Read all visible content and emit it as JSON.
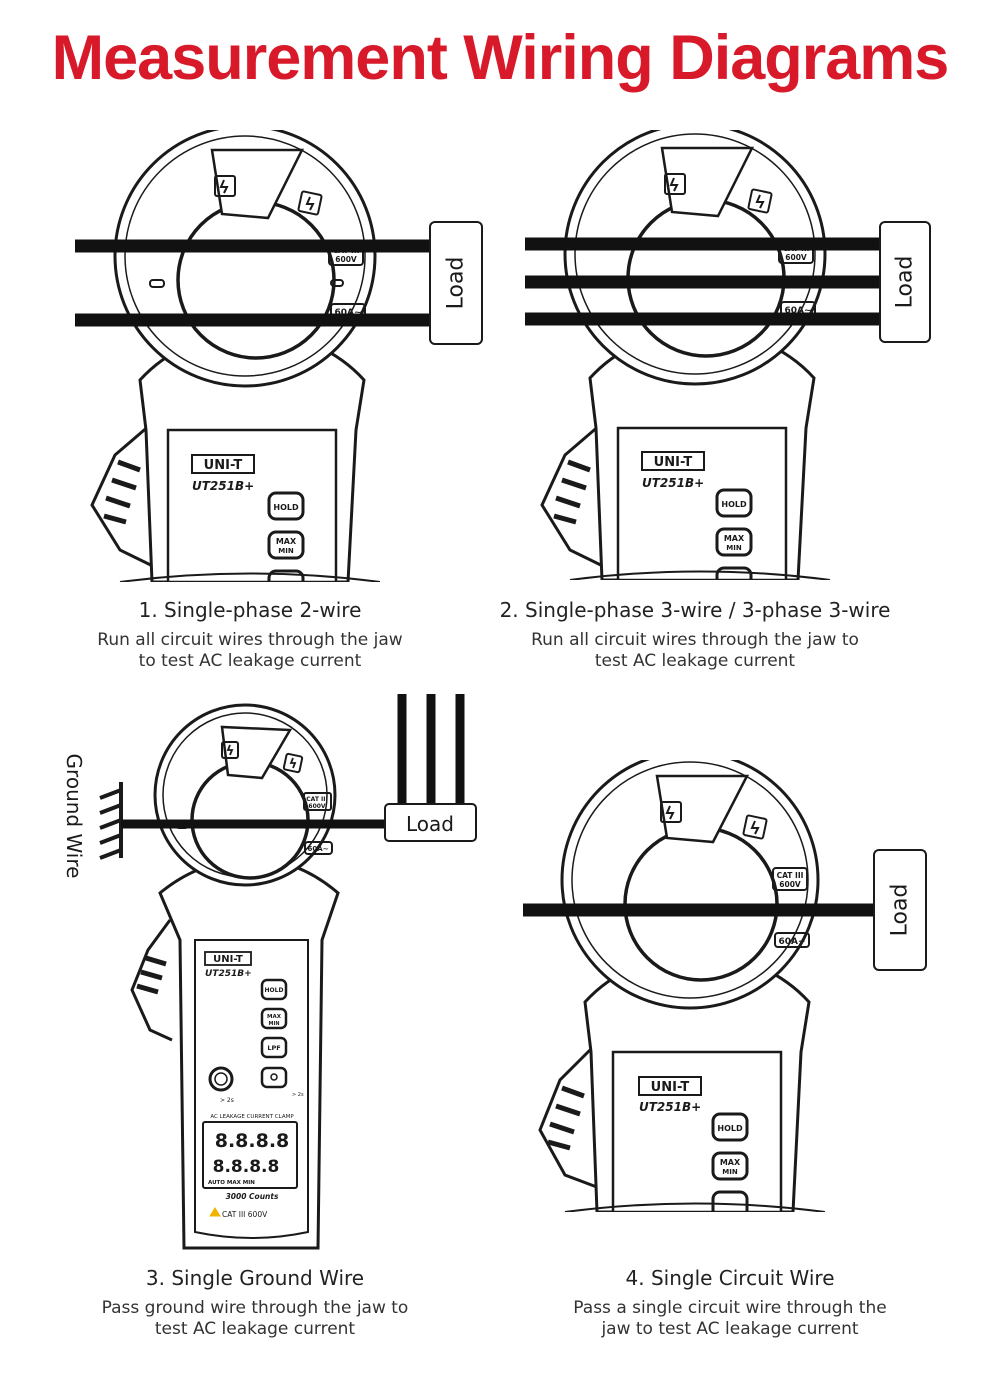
{
  "title": "Measurement Wiring Diagrams",
  "colors": {
    "title": "#d7192a",
    "ink": "#1a1a1a",
    "wire": "#111111"
  },
  "meter": {
    "brand": "UNI-T",
    "model": "UT251B+",
    "buttons": [
      "HOLD",
      "MAX MIN",
      "LPF"
    ],
    "jaw_rating": "CAT III 600V",
    "jaw_current": "60A~",
    "panel_label": "AC LEAKAGE CURRENT CLAMP",
    "power_hint": "> 2s",
    "light_hint": "> 2s",
    "counts": "3000 Counts",
    "safety": "CAT III  600V",
    "display_digits": "8.8.8.8",
    "display_annunciators": "AUTO  MAX  MIN"
  },
  "load_label": "Load",
  "ground_label": "Ground Wire",
  "diagrams": [
    {
      "title": "1. Single-phase 2-wire",
      "description": "Run all circuit wires through the jaw\nto test AC leakage current"
    },
    {
      "title": "2. Single-phase 3-wire / 3-phase 3-wire",
      "description": "Run all circuit wires through the jaw to\ntest AC leakage current"
    },
    {
      "title": "3. Single Ground Wire",
      "description": "Pass ground wire through the jaw to\ntest AC leakage current"
    },
    {
      "title": "4. Single Circuit Wire",
      "description": "Pass a single circuit wire through the\njaw to test AC leakage current"
    }
  ]
}
